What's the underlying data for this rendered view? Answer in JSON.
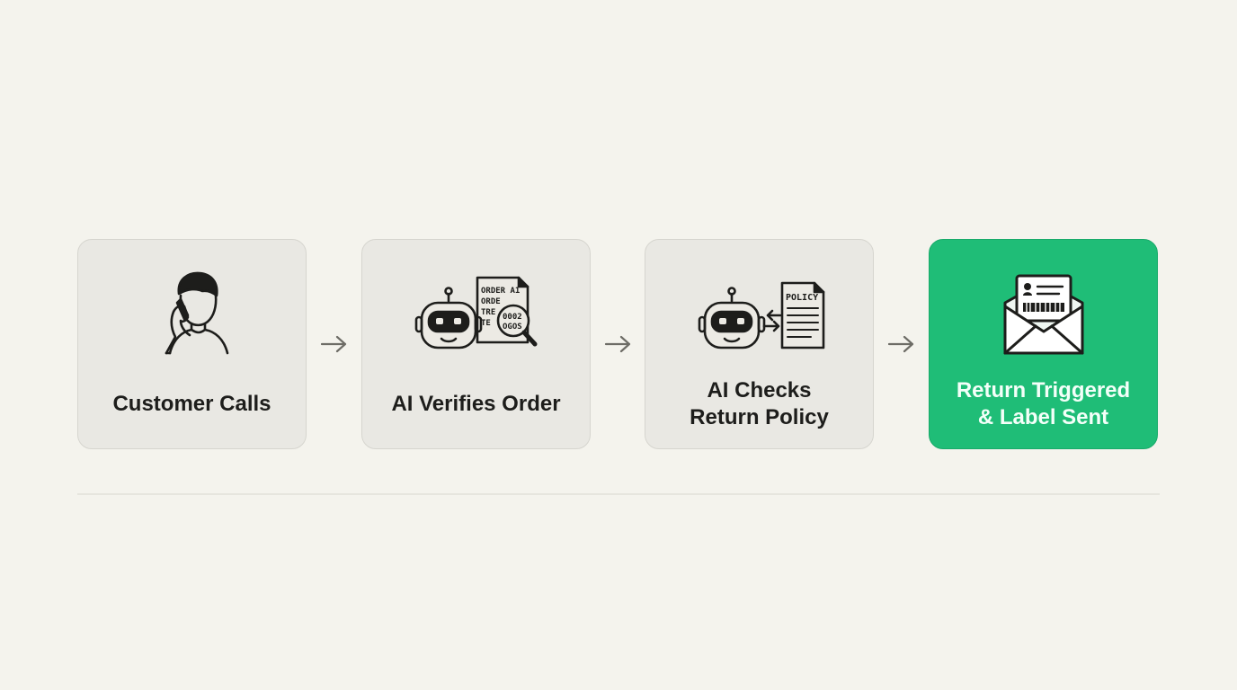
{
  "steps": [
    {
      "label_lines": [
        "Customer Calls"
      ],
      "icon": "person-phone-icon",
      "highlighted": false
    },
    {
      "label_lines": [
        "AI Verifies Order"
      ],
      "icon": "robot-document-magnifier-icon",
      "highlighted": false,
      "icon_text": [
        "ORDER A1",
        "ORDE",
        "TRE",
        "TE",
        "0002",
        "OGOS"
      ]
    },
    {
      "label_lines": [
        "AI Checks",
        "Return Policy"
      ],
      "icon": "robot-policy-document-icon",
      "highlighted": false,
      "icon_text": [
        "POLICY"
      ]
    },
    {
      "label_lines": [
        "Return Triggered",
        "& Label Sent"
      ],
      "icon": "envelope-label-icon",
      "highlighted": true
    }
  ],
  "connectors": [
    "arrow-right-icon",
    "arrow-right-icon",
    "arrow-right-icon"
  ],
  "colors": {
    "background": "#f4f3ed",
    "card": "#e9e8e3",
    "card_border": "#d6d5cf",
    "highlight": "#1fbd77",
    "text": "#1d1d1b",
    "arrow": "#6d6c66",
    "divider": "#e6e5de"
  }
}
